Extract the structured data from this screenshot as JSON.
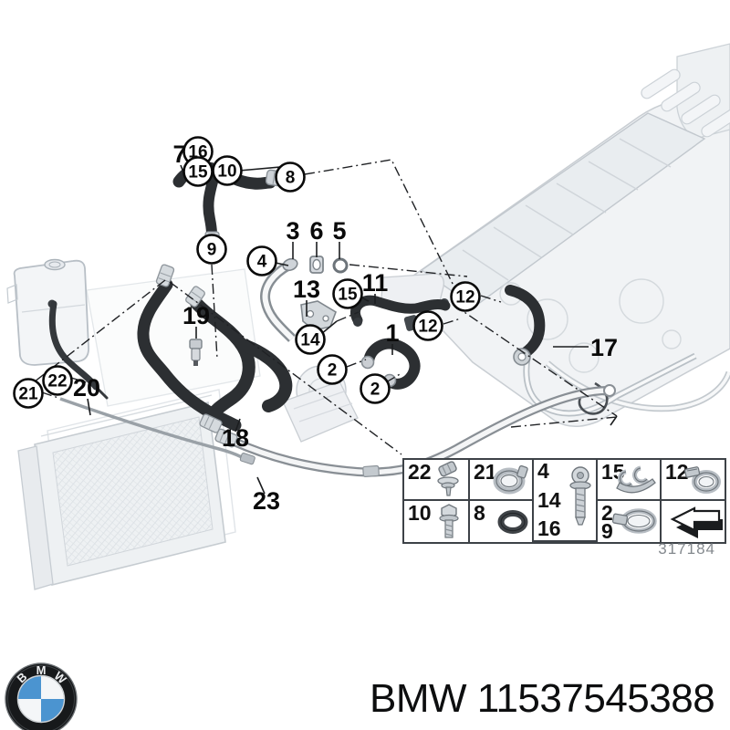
{
  "diagram": {
    "title_hint": "BMW cooling system coolant hoses parts diagram",
    "callout_labels": {
      "1": "1",
      "2": "2",
      "3": "3",
      "4": "4",
      "5": "5",
      "6": "6",
      "7": "7",
      "8": "8",
      "9": "9",
      "10": "10",
      "11": "11",
      "12": "12",
      "13": "13",
      "14": "14",
      "15": "15",
      "16": "16",
      "17": "17",
      "18": "18",
      "19": "19",
      "20": "20",
      "21": "21",
      "22": "22",
      "23": "23"
    }
  },
  "legend": {
    "diagram_number": "317184",
    "cells": [
      {
        "label": "22",
        "icon": "expanding-rivet-icon"
      },
      {
        "label": "21",
        "icon": "hose-clamp-icon"
      },
      {
        "labels": [
          "4",
          "14",
          "16"
        ],
        "icon": "torx-screw-icon"
      },
      {
        "label": "15",
        "icon": "double-hose-clip-icon"
      },
      {
        "label": "12",
        "icon": "worm-clamp-icon"
      },
      {
        "label": "10",
        "icon": "hex-bolt-icon"
      },
      {
        "label": "8",
        "icon": "o-ring-icon"
      },
      {
        "labels": [
          "2",
          "9"
        ],
        "icon": "large-worm-clamp-icon"
      },
      {
        "icon": "direction-arrow-icon"
      }
    ]
  },
  "footer": {
    "part_label": "BMW 11537545388",
    "logo_letters": [
      "B",
      "M",
      "W"
    ]
  },
  "colors": {
    "hose_dark": "#2c2f32",
    "faded_stroke": "#c9ced3",
    "faded_fill": "#f1f3f5",
    "logo_blue": "#4b94d0",
    "legend_border": "#3d4247",
    "muted_text": "#84898e",
    "text": "#0d0e0f"
  }
}
